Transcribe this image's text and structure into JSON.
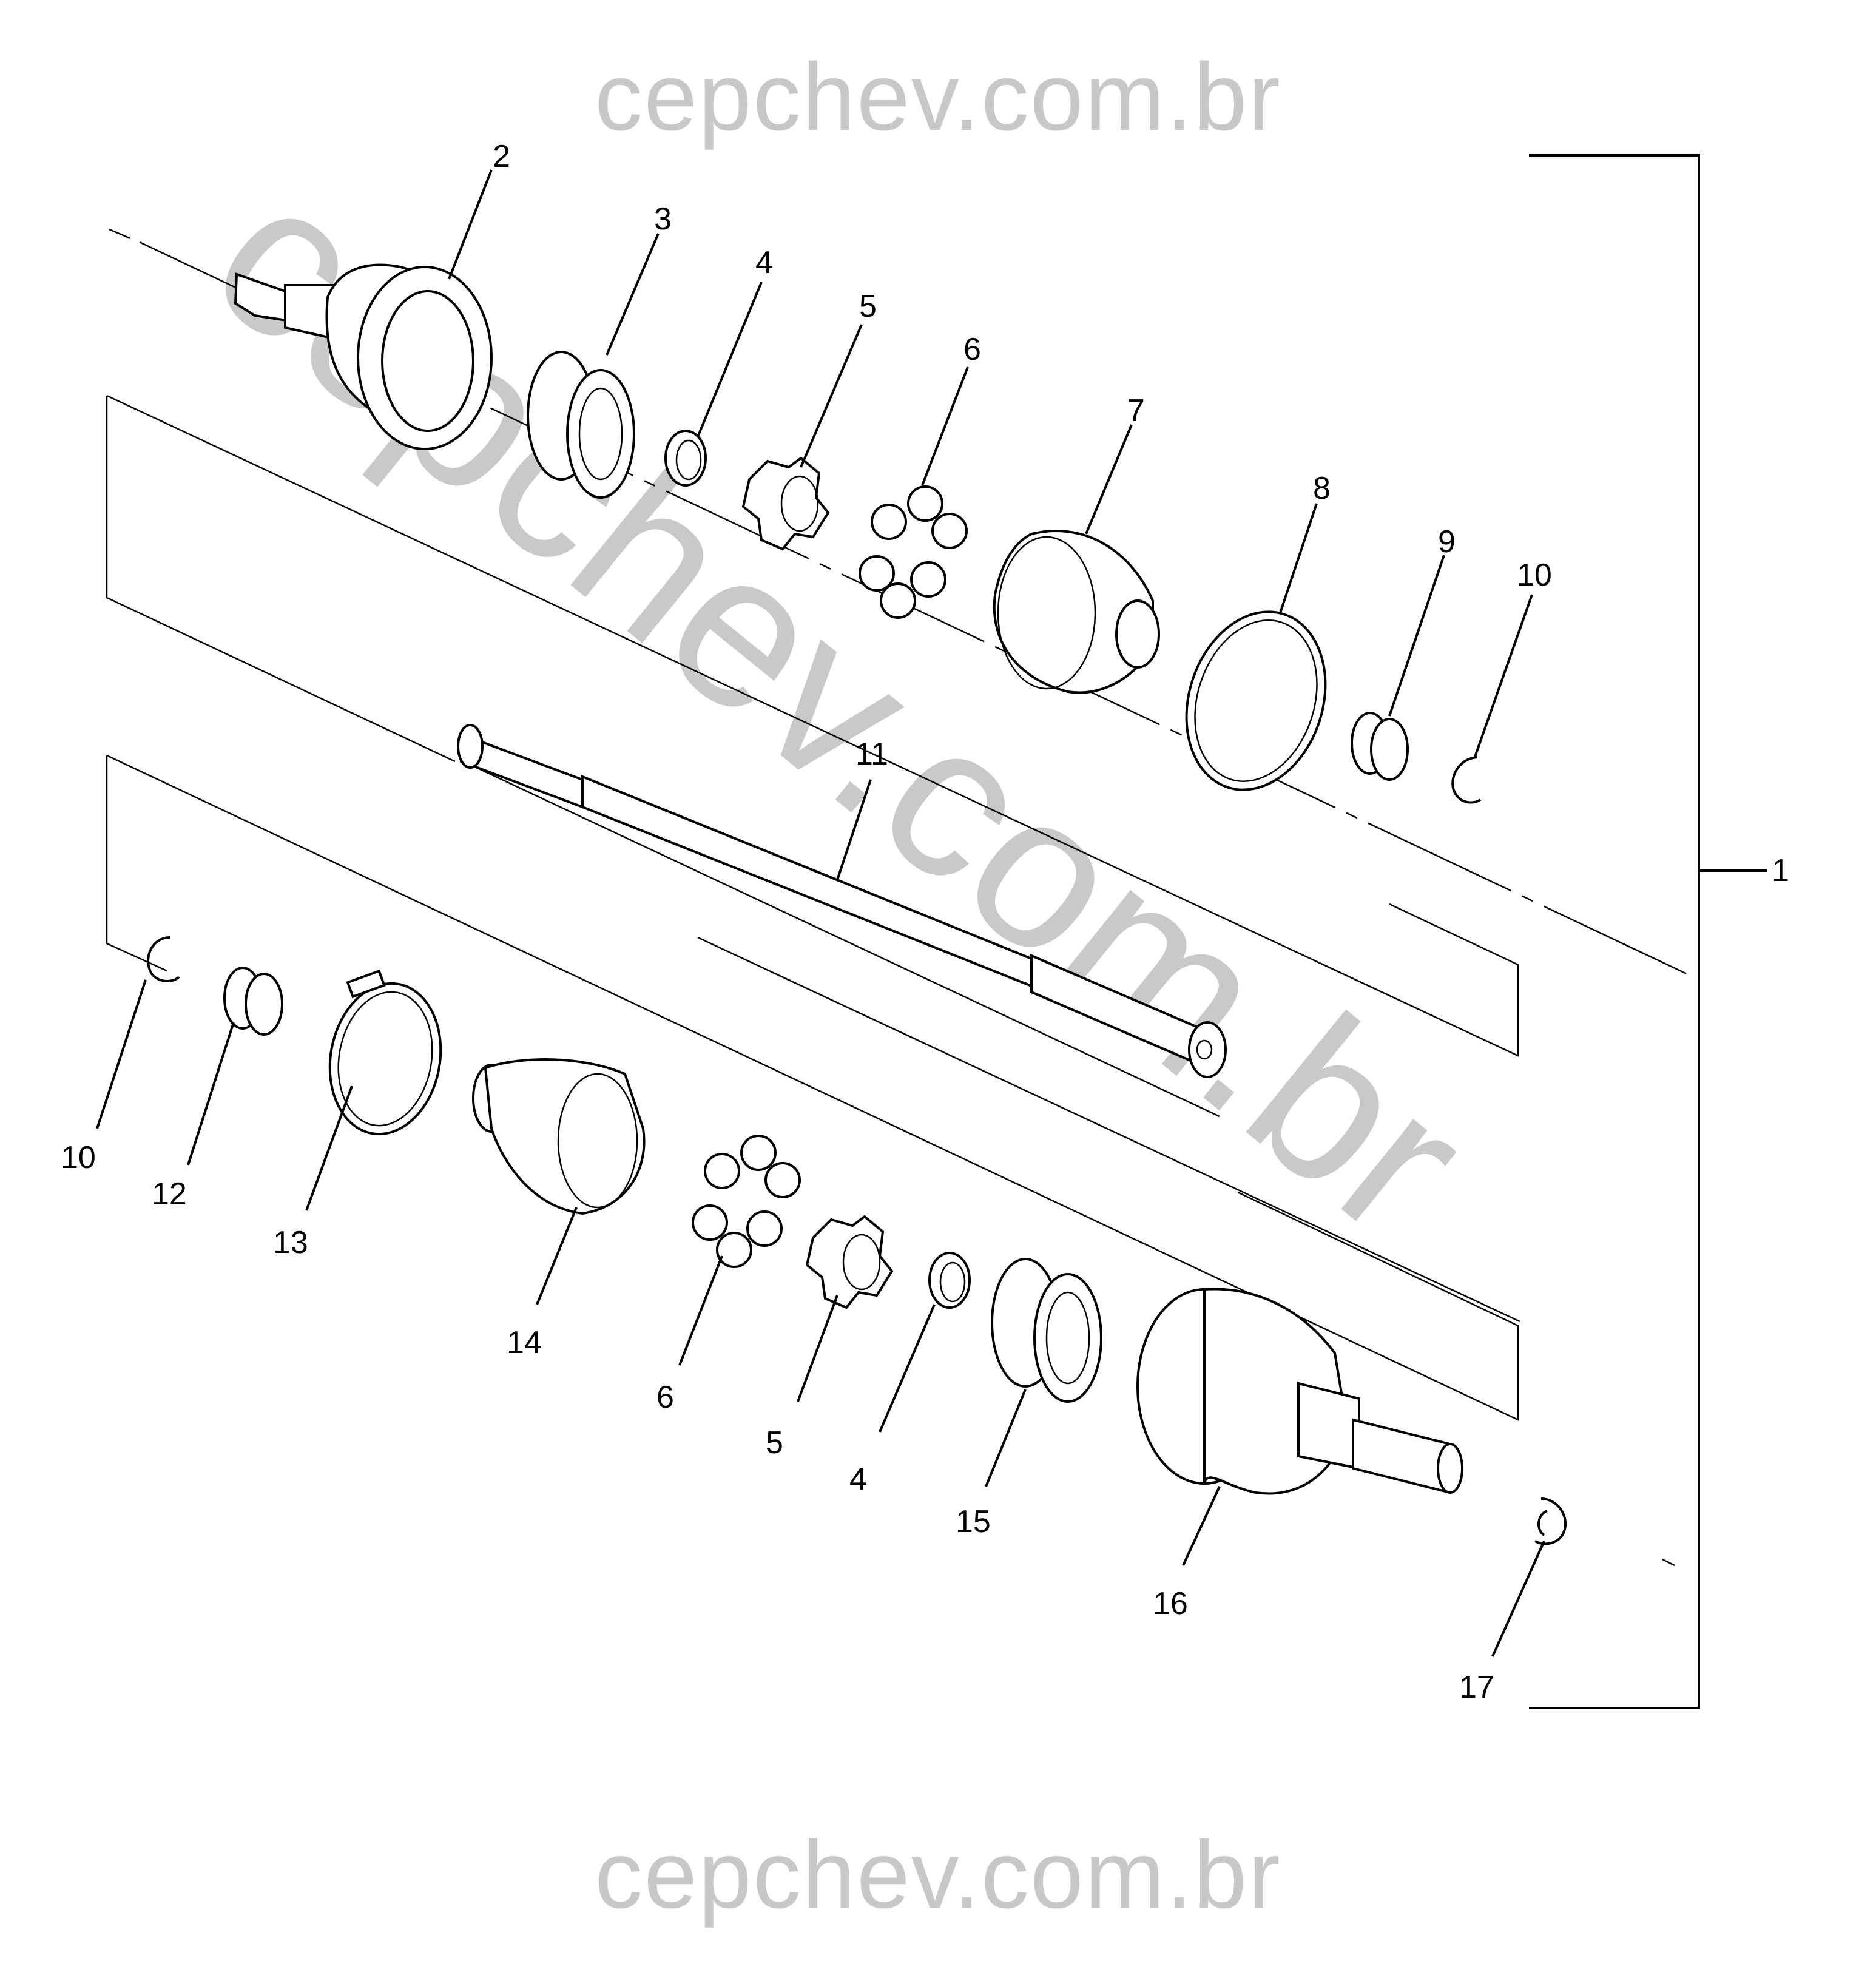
{
  "watermark": {
    "top": "cepchev.com.br",
    "bottom": "cepchev.com.br",
    "diagonal": "cepchev.com.br"
  },
  "callouts": {
    "c1": "1",
    "c2": "2",
    "c3": "3",
    "c4a": "4",
    "c5a": "5",
    "c6a": "6",
    "c7": "7",
    "c8": "8",
    "c9": "9",
    "c10a": "10",
    "c11": "11",
    "c10b": "10",
    "c12": "12",
    "c13": "13",
    "c14": "14",
    "c6b": "6",
    "c5b": "5",
    "c4b": "4",
    "c15": "15",
    "c16": "16",
    "c17": "17"
  }
}
